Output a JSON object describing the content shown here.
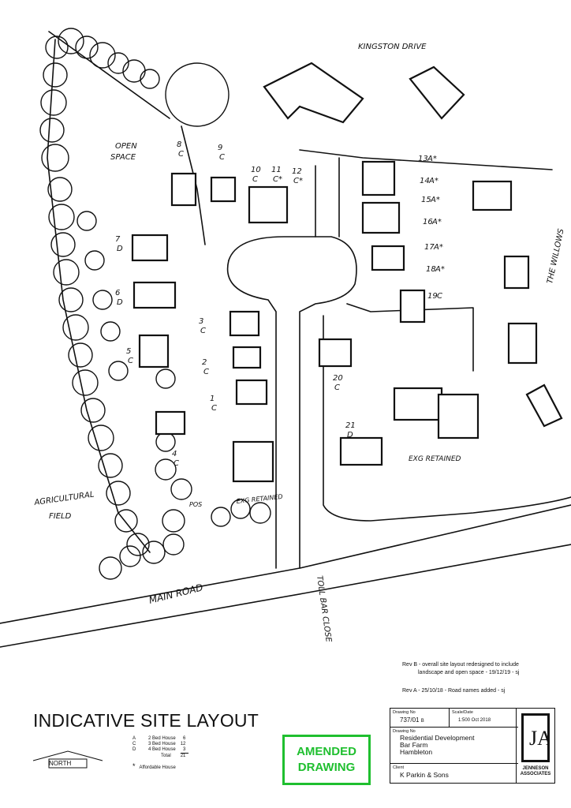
{
  "sketch": {
    "labels": {
      "road_top": "KINGSTON DRIVE",
      "road_right": "THE WILLOWS",
      "main_road": "MAIN ROAD",
      "toll_bar": "TOLL BAR CLOSE",
      "open_space": [
        "OPEN",
        "SPACE"
      ],
      "agri_field": [
        "AGRICULTURAL",
        "FIELD"
      ],
      "exg_retained_1": "EXG RETAINED",
      "exg_retained_2": "EXG RETAINED",
      "pos": "POS"
    },
    "plots": [
      {
        "n": "8",
        "t": "C"
      },
      {
        "n": "9",
        "t": "C"
      },
      {
        "n": "10",
        "t": "C"
      },
      {
        "n": "11",
        "t": "C*"
      },
      {
        "n": "12",
        "t": "C*"
      },
      {
        "n": "13",
        "t": "A*"
      },
      {
        "n": "14",
        "t": "A*"
      },
      {
        "n": "15",
        "t": "A*"
      },
      {
        "n": "16",
        "t": "A*"
      },
      {
        "n": "17",
        "t": "A*"
      },
      {
        "n": "18",
        "t": "A*"
      },
      {
        "n": "19",
        "t": "C"
      },
      {
        "n": "7",
        "t": "D"
      },
      {
        "n": "6",
        "t": "D"
      },
      {
        "n": "5",
        "t": "C"
      },
      {
        "n": "4",
        "t": "C"
      },
      {
        "n": "3",
        "t": "C"
      },
      {
        "n": "2",
        "t": "C"
      },
      {
        "n": "1",
        "t": "C"
      },
      {
        "n": "20",
        "t": "C"
      },
      {
        "n": "21",
        "t": "D"
      }
    ]
  },
  "revisions": {
    "rev_b_line1": "Rev B - overall site layout redesigned to include",
    "rev_b_line2": "landscape and open space - 19/12/19 - sj",
    "rev_a": "Rev A - 25/10/18 - Road names added - sj"
  },
  "title": "INDICATIVE SITE LAYOUT",
  "north_label": "NORTH",
  "key": {
    "rows": [
      {
        "sym": "A",
        "label": "2 Bed House",
        "count": "6"
      },
      {
        "sym": "C",
        "label": "3 Bed House",
        "count": "12"
      },
      {
        "sym": "D",
        "label": "4 Bed House",
        "count": "3"
      }
    ],
    "total_label": "Total",
    "total_count": "21",
    "affordable_sym": "*",
    "affordable_label": "Affordable House"
  },
  "amended": {
    "line1": "AMENDED",
    "line2": "DRAWING"
  },
  "title_block": {
    "drawing_no_label": "Drawing No",
    "drawing_no": "737/01",
    "drawing_rev": "B",
    "scale_label": "Scale/Date",
    "scale": "1:500 Oct 2018",
    "drawing_label": "Drawing No",
    "drawing_lines": [
      "Residential Development",
      "Bar Farm",
      "Hambleton"
    ],
    "client_label": "Client",
    "client": "K Parkin & Sons",
    "logo_letters": "JA",
    "firm_line1": "JENNESON",
    "firm_line2": "ASSOCIATES"
  },
  "colors": {
    "amended": "#1fbf2f",
    "ink": "#111111"
  }
}
